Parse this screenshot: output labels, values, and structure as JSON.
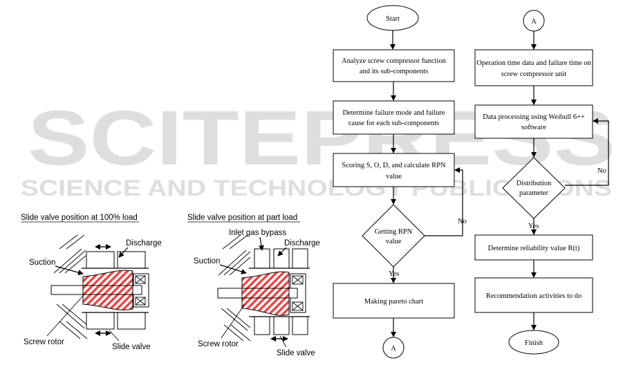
{
  "watermark": {
    "main": "SCITEPRESS",
    "sub": "SCIENCE AND TECHNOLOGY PUBLICATIONS"
  },
  "diagrams": {
    "full_load": {
      "title": "Slide valve position at 100% load",
      "labels": {
        "suction": "Suction",
        "discharge": "Discharge",
        "rotor": "Screw rotor",
        "valve": "Slide valve"
      }
    },
    "part_load": {
      "title": "Slide valve position at part load",
      "labels": {
        "bypass": "Inlet gas bypass",
        "suction": "Suction",
        "discharge": "Discharge",
        "rotor": "Screw rotor",
        "valve": "Slide valve"
      }
    }
  },
  "flowchart": {
    "col1": {
      "start": "Start",
      "analyze": [
        "Analyze screw compressor function",
        "and its sub-components"
      ],
      "failure": [
        "Determine failure mode and failure",
        "cause for each sub-components"
      ],
      "scoring": [
        "Scoring S, O, D, and calculate RPN",
        "value"
      ],
      "decision": [
        "Getting RPN",
        "value"
      ],
      "pareto": "Making pareto chart",
      "connector": "A",
      "yes": "Yes",
      "no": "No"
    },
    "col2": {
      "connector": "A",
      "operation": [
        "Operation time data and failure time on",
        "screw compressor unit"
      ],
      "processing": [
        "Data processing using Weibull 6++",
        "software"
      ],
      "decision": [
        "Distribution",
        "parameter"
      ],
      "reliability": "Determine reliability value R(t)",
      "recommendation": "Recommendation activities to do",
      "finish": "Finish",
      "yes": "Yes",
      "no": "No"
    }
  }
}
